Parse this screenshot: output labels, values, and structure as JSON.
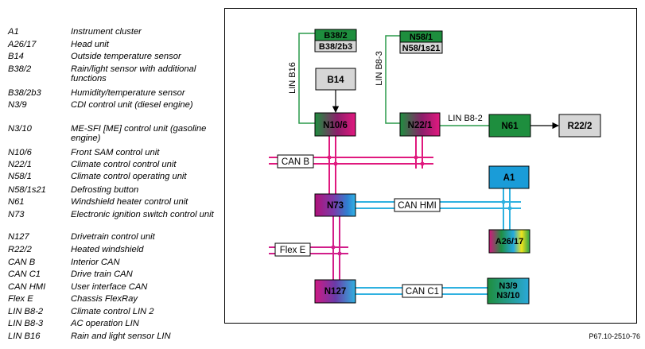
{
  "legend": [
    {
      "code": "A1",
      "desc": "Instrument cluster"
    },
    {
      "code": "A26/17",
      "desc": "Head unit"
    },
    {
      "code": "B14",
      "desc": "Outside temperature sensor"
    },
    {
      "code": "B38/2",
      "desc": "Rain/light sensor with additional functions"
    },
    {
      "code": "B38/2b3",
      "desc": "Humidity/temperature sensor"
    },
    {
      "code": "N3/9",
      "desc": "CDI control unit (diesel engine)"
    },
    {
      "code": "N3/10",
      "desc": "ME-SFI [ME] control unit (gasoline engine)"
    },
    {
      "code": "N10/6",
      "desc": "Front SAM control unit"
    },
    {
      "code": "N22/1",
      "desc": "Climate control control unit"
    },
    {
      "code": "N58/1",
      "desc": "Climate control operating unit"
    },
    {
      "code": "N58/1s21",
      "desc": "Defrosting button"
    },
    {
      "code": "N61",
      "desc": "Windshield heater control unit"
    },
    {
      "code": "N73",
      "desc": "Electronic ignition switch control unit"
    },
    {
      "code": "N127",
      "desc": "Drivetrain control unit"
    },
    {
      "code": "R22/2",
      "desc": "Heated windshield"
    },
    {
      "code": "CAN B",
      "desc": "Interior CAN"
    },
    {
      "code": "CAN C1",
      "desc": "Drive train CAN"
    },
    {
      "code": "CAN HMI",
      "desc": "User interface CAN"
    },
    {
      "code": "Flex E",
      "desc": "Chassis FlexRay"
    },
    {
      "code": "LIN B8-2",
      "desc": "Climate control LIN 2"
    },
    {
      "code": "LIN B8-3",
      "desc": "AC operation LIN"
    },
    {
      "code": "LIN B16",
      "desc": "Rain and light sensor LIN"
    }
  ],
  "diagram": {
    "modules": {
      "b38_2": "B38/2",
      "b38_2b3": "B38/2b3",
      "b14": "B14",
      "n10_6": "N10/6",
      "n58_1": "N58/1",
      "n58_1s21": "N58/1s21",
      "n22_1": "N22/1",
      "n61": "N61",
      "r22_2": "R22/2",
      "n73": "N73",
      "a1": "A1",
      "a26_17": "A26/17",
      "n127": "N127",
      "n3": "N3/9\nN3/10"
    },
    "bus_labels": {
      "lin_b16": "LIN B16",
      "lin_b8_3": "LIN B8-3",
      "lin_b8_2": "LIN B8-2",
      "can_b": "CAN B",
      "can_hmi": "CAN HMI",
      "flex_e": "Flex E",
      "can_c1": "CAN C1"
    },
    "colors": {
      "lin_green": "#2a9a4a",
      "can_b_magenta": "#e0197e",
      "flexray_pink": "#d21e8a",
      "can_cyan": "#2fb1e0",
      "module_green": "#1e8e3e",
      "module_gray": "#d6d6d6",
      "a1_blue": "#1a9cd8"
    }
  },
  "ref_code": "P67.10-2510-76"
}
